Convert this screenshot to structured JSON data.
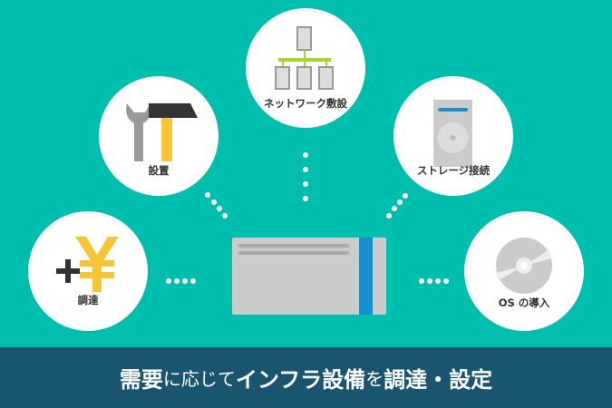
{
  "items": [
    {
      "label": "調達",
      "icon": "yen-plus-icon"
    },
    {
      "label": "設置",
      "icon": "tools-icon"
    },
    {
      "label": "ネットワーク敷設",
      "icon": "network-icon"
    },
    {
      "label": "ストレージ接続",
      "icon": "storage-icon"
    },
    {
      "label": "OS の導入",
      "icon": "disc-icon"
    }
  ],
  "headline": {
    "p1": "需要",
    "p2": "に応じて",
    "p3": "インフラ設備",
    "p4": "を",
    "p5": "調達・設定"
  },
  "colors": {
    "background": "#00bead",
    "band": "#1a5570",
    "accent_blue": "#1a8fcd",
    "accent_yellow": "#f5c535",
    "accent_green": "#a7d530"
  }
}
